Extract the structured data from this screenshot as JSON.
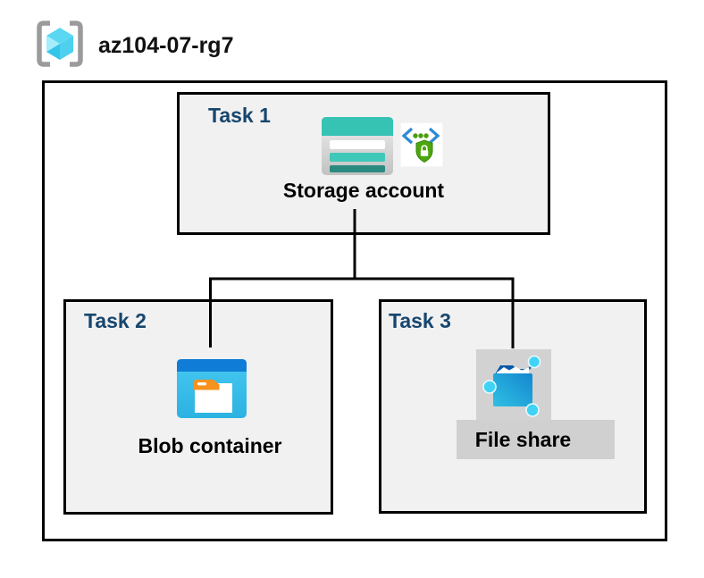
{
  "header": {
    "resource_group": "az104-07-rg7",
    "icon": "resource-group-icon"
  },
  "tasks": [
    {
      "label": "Task 1",
      "resource": "Storage account",
      "icons": [
        "storage-account-icon",
        "secured-access-icon"
      ]
    },
    {
      "label": "Task 2",
      "resource": "Blob container",
      "icons": [
        "blob-container-icon"
      ]
    },
    {
      "label": "Task 3",
      "resource": "File share",
      "icons": [
        "file-share-icon"
      ]
    }
  ],
  "connections": [
    {
      "from": "Storage account",
      "to": "Blob container"
    },
    {
      "from": "Storage account",
      "to": "File share"
    }
  ],
  "colors": {
    "task_label_navy": "#17466e",
    "box_fill": "#f1f1f1",
    "border_black": "#000000",
    "storage_teal": "#37c3b3",
    "storage_teal_dark": "#2b8a7e",
    "blob_header_blue": "#0f7dd7",
    "blob_body_cyan": "#38c0ea",
    "folder_tab_orange": "#f6921e",
    "fileshare_blue": "#1793d3",
    "node_cyan": "#41d3f5",
    "shield_green": "#4ca60e",
    "code_bracket_blue": "#2e8ad4",
    "selection_gray": "#d2d2d2",
    "rg_cube_cyan": "#5ad8f3",
    "rg_bracket_gray": "#9b9b9b"
  }
}
